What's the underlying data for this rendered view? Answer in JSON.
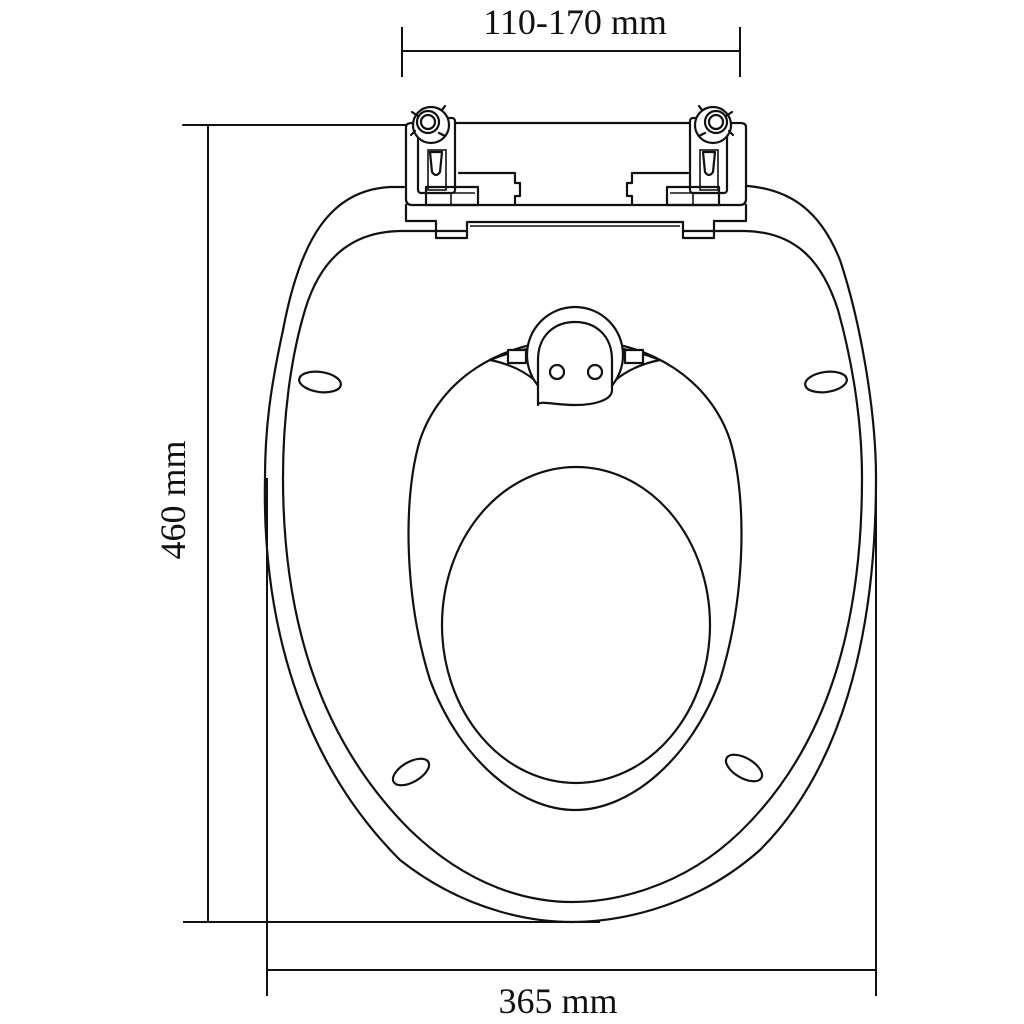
{
  "diagram": {
    "subject": "toilet seat with child seat insert - top view technical drawing",
    "line_color": "#111111",
    "background_color": "#ffffff",
    "dimensions": {
      "hinge_spacing": {
        "label": "110-170 mm",
        "orientation": "horizontal",
        "position": "top"
      },
      "length": {
        "label": "460 mm",
        "orientation": "vertical",
        "position": "left"
      },
      "width": {
        "label": "365 mm",
        "orientation": "horizontal",
        "position": "bottom"
      }
    },
    "parts": [
      "hinge-left",
      "hinge-right",
      "hinge-bar",
      "outer-seat",
      "child-seat-insert",
      "child-seat-opening",
      "child-seat-latch",
      "bumper-pads"
    ]
  }
}
